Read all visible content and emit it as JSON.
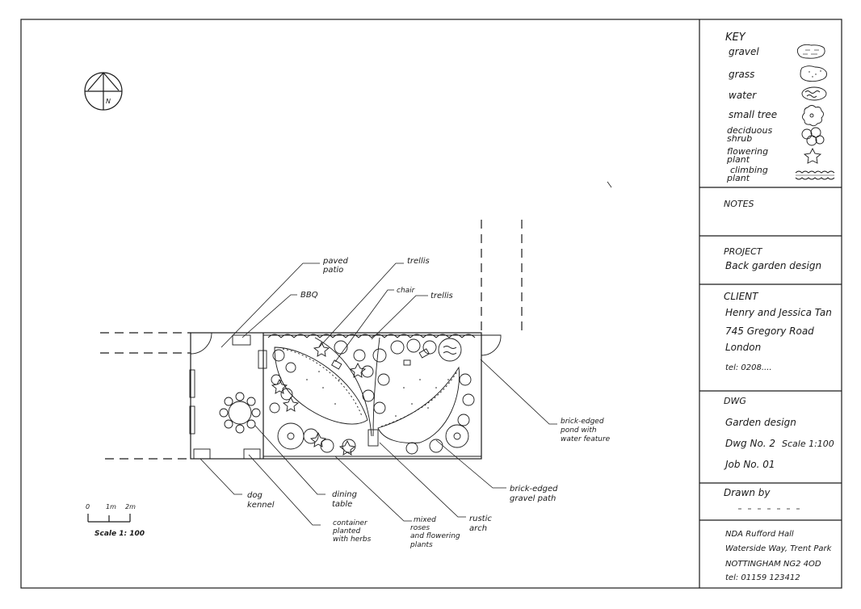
{
  "compass": {
    "north_label": "N"
  },
  "scale_bar": {
    "ticks": [
      "0",
      "1m",
      "2m"
    ],
    "label": "Scale 1: 100"
  },
  "annotations": {
    "paved_patio": [
      "paved",
      "patio"
    ],
    "bbq": "BBQ",
    "trellis_1": "trellis",
    "chair": "chair",
    "trellis_2": "trellis",
    "brick_pond": [
      "brick-edged",
      "pond with",
      "water feature"
    ],
    "brick_path": [
      "brick-edged",
      "gravel path"
    ],
    "rustic_arch": [
      "rustic",
      "arch"
    ],
    "mixed_roses": [
      "mixed",
      "roses",
      "and flowering",
      "plants"
    ],
    "container": [
      "container",
      "planted",
      "with herbs"
    ],
    "dining_table": [
      "dining",
      "table"
    ],
    "dog_kennel": [
      "dog",
      "kennel"
    ]
  },
  "title_block": {
    "key": {
      "heading": "KEY",
      "items": [
        {
          "label": [
            "gravel"
          ],
          "icon": "gravel-symbol-icon"
        },
        {
          "label": [
            "grass"
          ],
          "icon": "grass-symbol-icon"
        },
        {
          "label": [
            "water"
          ],
          "icon": "water-symbol-icon"
        },
        {
          "label": [
            "small tree"
          ],
          "icon": "small-tree-symbol-icon"
        },
        {
          "label": [
            "deciduous",
            "shrub"
          ],
          "icon": "deciduous-shrub-symbol-icon"
        },
        {
          "label": [
            "flowering",
            "plant"
          ],
          "icon": "flowering-plant-symbol-icon"
        },
        {
          "label": [
            "climbing",
            "plant"
          ],
          "icon": "climbing-plant-symbol-icon"
        }
      ]
    },
    "notes": {
      "heading": "NOTES"
    },
    "project": {
      "heading": "PROJECT",
      "value": "Back garden design"
    },
    "client": {
      "heading": "CLIENT",
      "lines": [
        "Henry and Jessica Tan",
        "745 Gregory Road",
        "London",
        "tel: 0208...."
      ]
    },
    "dwg": {
      "heading": "DWG",
      "title": "Garden design",
      "dwg_no": "Dwg No. 2",
      "scale": "Scale 1:100",
      "job": "Job No. 01"
    },
    "drawn_by": {
      "heading": "Drawn by"
    },
    "address": {
      "lines": [
        "NDA Rufford Hall",
        "Waterside Way, Trent Park",
        "NOTTINGHAM NG2 4OD",
        "tel: 01159 123412"
      ]
    }
  }
}
